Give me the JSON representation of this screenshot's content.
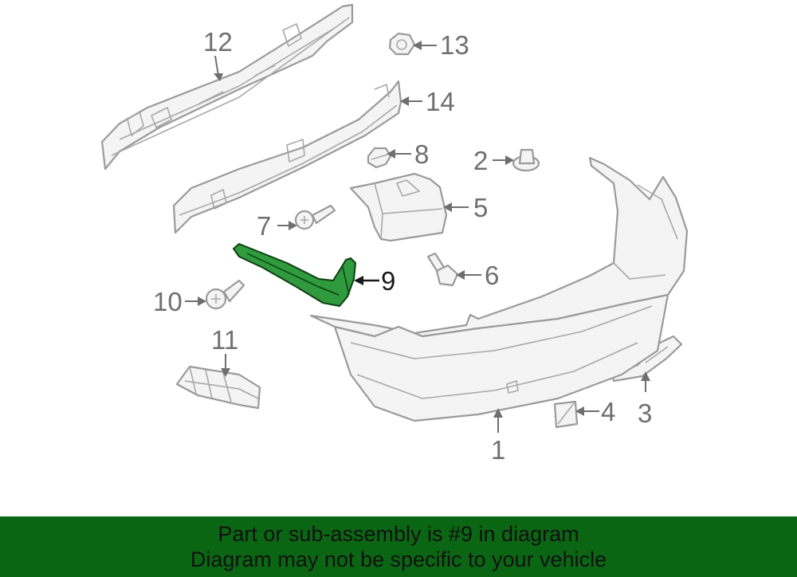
{
  "diagram": {
    "callouts": {
      "c1": "1",
      "c2": "2",
      "c3": "3",
      "c4": "4",
      "c5": "5",
      "c6": "6",
      "c7": "7",
      "c8": "8",
      "c9": "9",
      "c10": "10",
      "c11": "11",
      "c12": "12",
      "c13": "13",
      "c14": "14"
    },
    "highlighted_part": "9",
    "highlight_color": "#2f9a3e"
  },
  "footer": {
    "line1": "Part or sub-assembly is #9 in diagram",
    "line2": "Diagram may not be specific to your vehicle",
    "background": "#0b6614"
  }
}
